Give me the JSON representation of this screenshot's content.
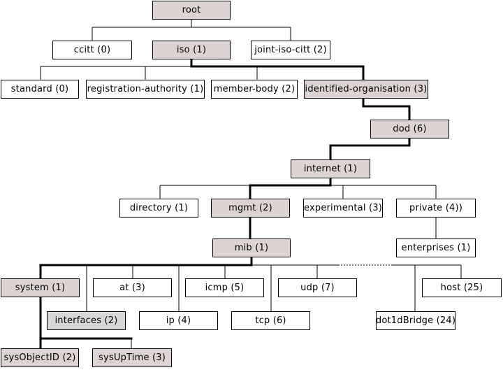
{
  "nodes": {
    "root": "root",
    "ccitt": "ccitt (0)",
    "iso": "iso (1)",
    "joint_iso_citt": "joint-iso-citt (2)",
    "standard": "standard (0)",
    "registration_authority": "registration-authority (1)",
    "member_body": "member-body (2)",
    "identified_organisation": "identified-organisation (3)",
    "dod": "dod (6)",
    "internet": "internet (1)",
    "directory": "directory (1)",
    "mgmt": "mgmt (2)",
    "experimental": "experimental (3)",
    "private": "private (4))",
    "enterprises": "enterprises (1)",
    "mib": "mib (1)",
    "system": "system (1)",
    "at": "at (3)",
    "icmp": "icmp (5)",
    "udp": "udp (7)",
    "host": "host (25)",
    "interfaces": "interfaces (2)",
    "ip": "ip (4)",
    "tcp": "tcp (6)",
    "dot1dbridge": "dot1dBridge (24)",
    "sysobjectid": "sysObjectID (2)",
    "sysuptime": "sysUpTime (3)"
  },
  "colors": {
    "highlight_fill": "#ddd3d3",
    "gray_fill": "#d8d8d8",
    "line": "#000000"
  }
}
